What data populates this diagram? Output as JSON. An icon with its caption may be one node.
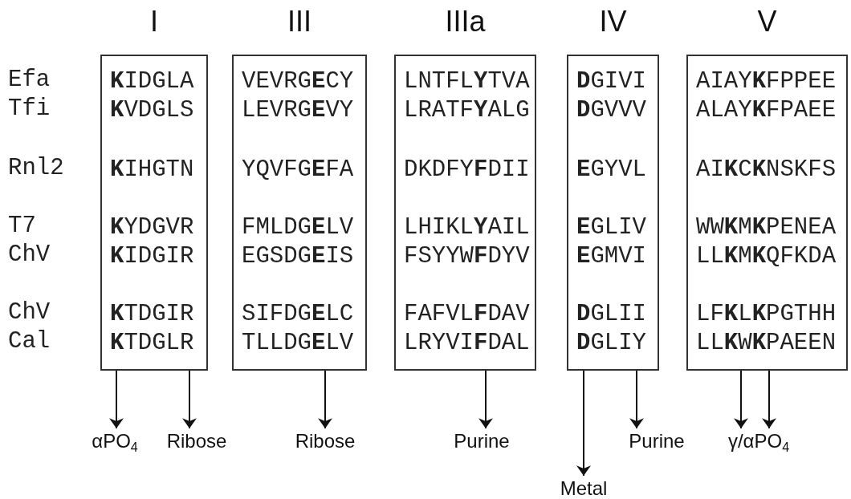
{
  "diagram": {
    "nodes": [
      {
        "text": [
          "I",
          "**K**IDGLA",
          "**K**VDGLS",
          "**K**IHGTN",
          "**K**YDGVR",
          "**K**IDGIR",
          "**K**TDGIR",
          "**K**TDGLR"
        ]
      },
      {
        "text": [
          "III",
          "VEVRG**E**CY",
          "LEVRG**E**VY",
          "YQVFG**E**FA",
          "FMLDG**E**LV",
          "EGSDG**E**IS",
          "SIFDG**E**LC",
          "TLLDG**E**LV"
        ]
      },
      {
        "text": [
          "IIIa",
          "LNTFL**Y**TVA",
          "LRATF**Y**ALG",
          "DKDFY**F**DII",
          "LHIKL**Y**AIL",
          "FSYYW**F**DYV",
          "FAFVL**F**DAV",
          "LRYVI**F**DAL"
        ]
      },
      {
        "text": [
          "IV",
          "**D**GIVI",
          "**D**GVVV",
          "**E**GYVL",
          "**E**GLIV",
          "**E**GMVI",
          "**D**GLII",
          "**D**GLIY"
        ]
      },
      {
        "text": [
          "V",
          "AIAY**K**FPPEE",
          "ALAY**K**FPAEE",
          "AI**K**C**K**NSKFS",
          "WW**K**M**K**PENEA",
          "LL**K**M**K**QFKDA",
          "LF**K**L**K**PGTHH",
          "LL**K**W**K**PAEEN"
        ]
      },
      {
        "text": [
          "αPO$_{4}$"
        ]
      },
      {
        "text": [
          "Ribose"
        ]
      },
      {
        "text": [
          "Ribose"
        ]
      },
      {
        "text": [
          "Purine"
        ]
      },
      {
        "text": [
          "Metal"
        ]
      },
      {
        "text": [
          "Purine"
        ]
      },
      {
        "text": [
          "γ/αPO$_{4}$"
        ]
      }
    ],
    "edges": [
      {
        "from": 0,
        "to": 5,
        "arrow": "to"
      },
      {
        "from": 0,
        "to": 6,
        "arrow": "to"
      },
      {
        "from": 1,
        "to": 7,
        "arrow": "to"
      },
      {
        "from": 2,
        "to": 8,
        "arrow": "to"
      },
      {
        "from": 3,
        "to": 9,
        "arrow": "to"
      },
      {
        "from": 3,
        "to": 10,
        "arrow": "to"
      },
      {
        "from": 4,
        "to": 11,
        "arrow": "to"
      },
      {
        "from": 4,
        "to": 11,
        "arrow": "to"
      }
    ],
    "labels": [
      "Efa",
      "Tfi",
      "Rnl2",
      "T7",
      "ChV",
      "ChV",
      "Cal"
    ]
  }
}
